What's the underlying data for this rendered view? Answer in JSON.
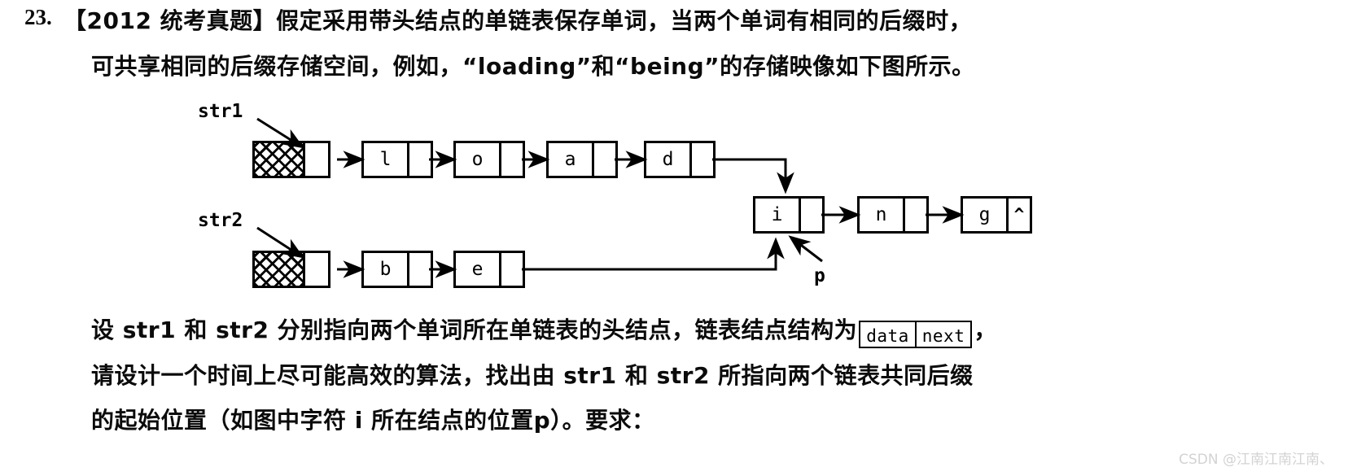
{
  "question": {
    "number": "23.",
    "line1": "【2012 统考真题】假定采用带头结点的单链表保存单词，当两个单词有相同的后缀时，",
    "line2": "可共享相同的后缀存储空间，例如，“loading”和“being”的存储映像如下图所示。",
    "body_line1_before": "设 str1 和 str2 分别指向两个单词所在单链表的头结点，链表结点结构为",
    "body_line1_after": "，",
    "body_line2": "请设计一个时间上尽可能高效的算法，找出由 str1 和 str2 所指向两个链表共同后缀",
    "body_line3": "的起始位置（如图中字符 i 所在结点的位置p）。要求："
  },
  "inline_node": {
    "data_label": "data",
    "next_label": "next"
  },
  "diagram": {
    "pointer_labels": {
      "str1": "str1",
      "str2": "str2",
      "p": "p"
    },
    "list1": {
      "head_label": "",
      "nodes": [
        "l",
        "o",
        "a",
        "d"
      ]
    },
    "list2": {
      "head_label": "",
      "nodes": [
        "b",
        "e"
      ]
    },
    "shared_suffix": {
      "nodes": [
        "i",
        "n",
        "g"
      ],
      "null_symbol": "^"
    }
  },
  "watermark": {
    "text": "CSDN @江南江南江南、"
  },
  "colors": {
    "ink": "#0b0b0b",
    "paper": "#ffffff",
    "watermark": "#d3d3d3"
  }
}
